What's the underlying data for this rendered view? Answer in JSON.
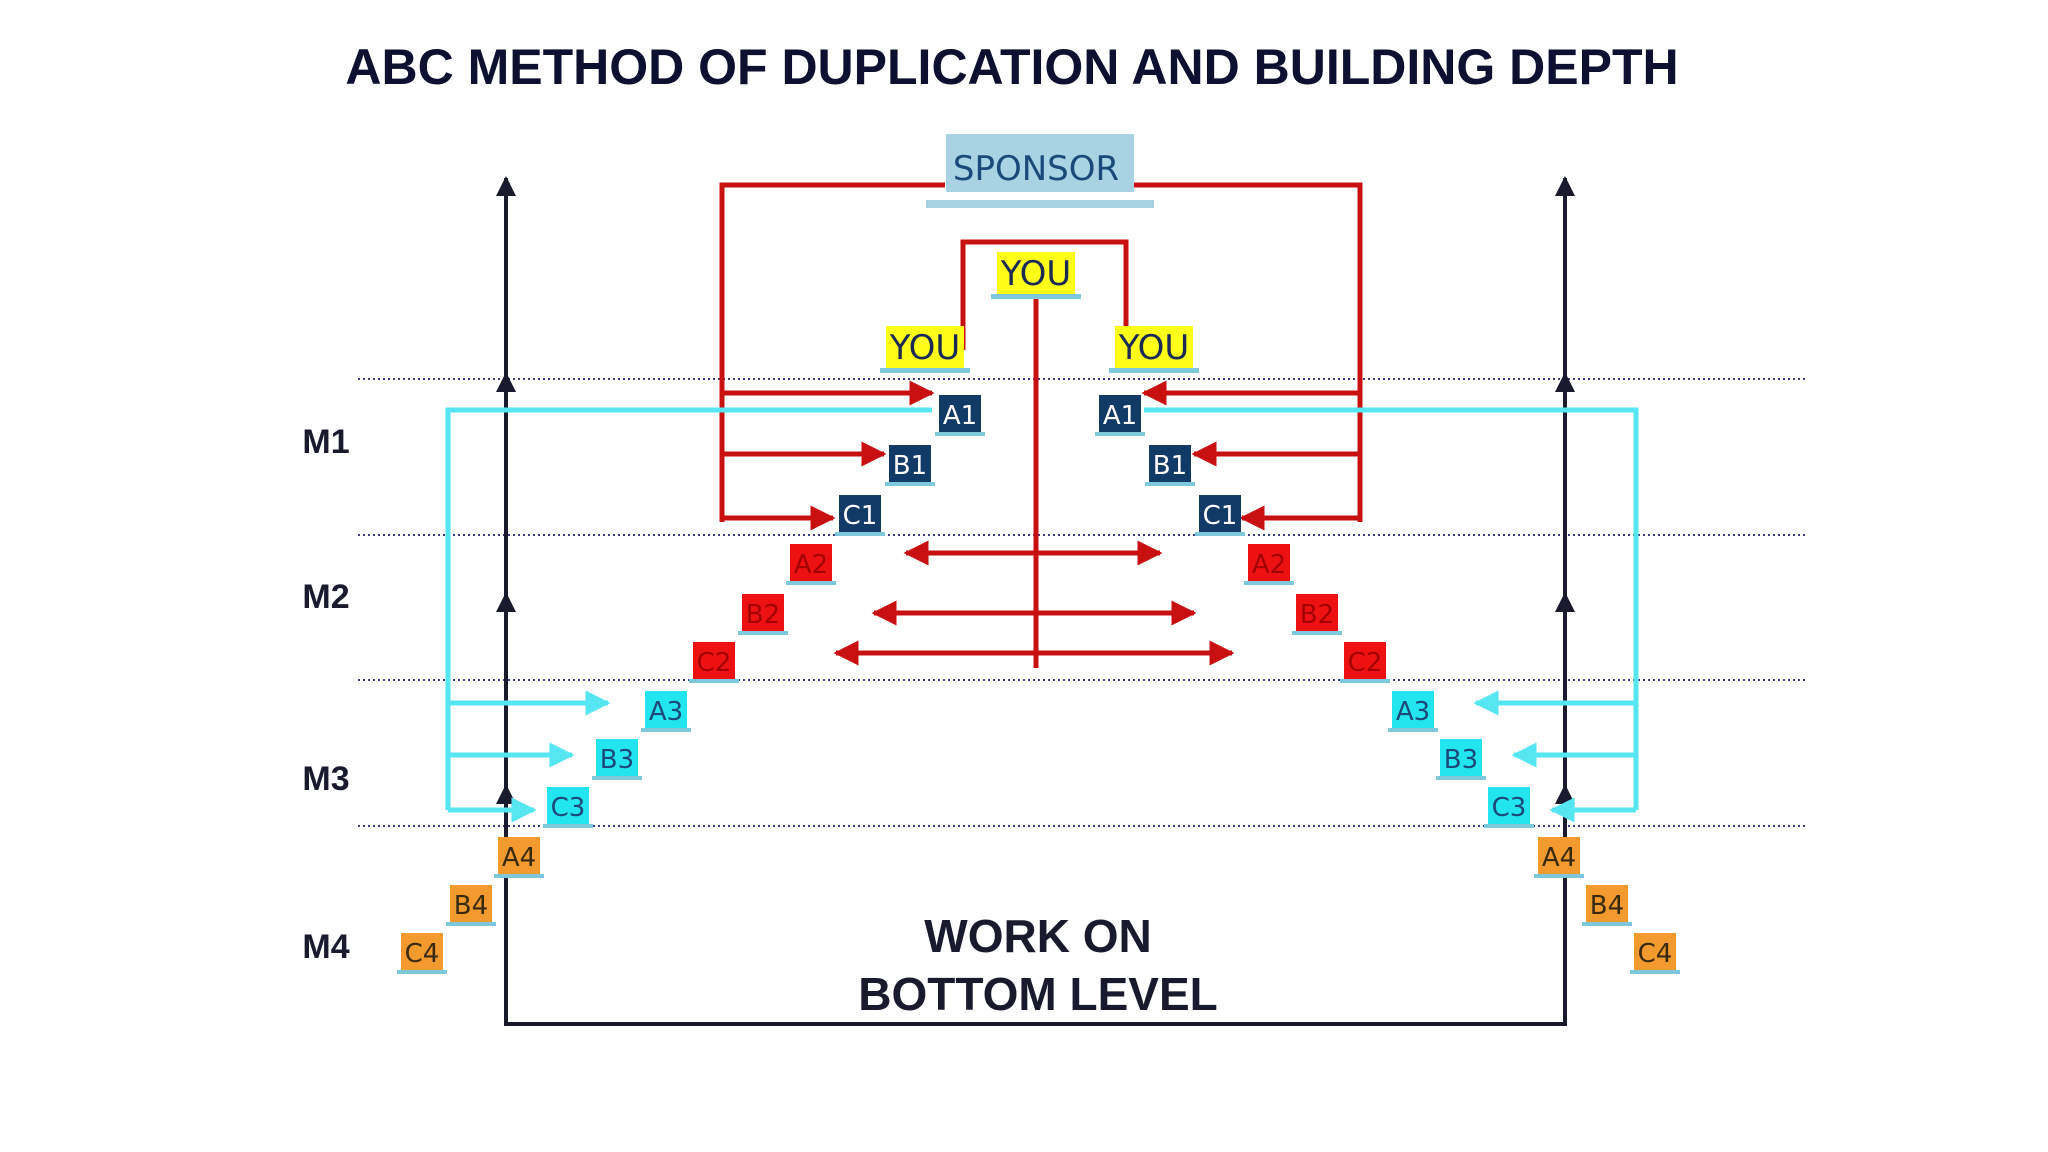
{
  "title": "ABC METHOD OF DUPLICATION AND BUILDING DEPTH",
  "levels": [
    "M1",
    "M2",
    "M3",
    "M4"
  ],
  "sponsor": "SPONSOR",
  "you": "YOU",
  "footer": {
    "line1": "WORK ON",
    "line2": "BOTTOM LEVEL"
  },
  "colors": {
    "sponsor_fill": "#a9d2e2",
    "sponsor_text": "#1b4a7a",
    "you_fill": "#ffff1a",
    "m1_fill": "#123a66",
    "m2_fill": "#ee1111",
    "m3_fill": "#22e5f0",
    "m4_fill": "#f29a2e",
    "red_line": "#c81010",
    "cyan_line": "#55e6f2",
    "dark_line": "#1a1a2e"
  },
  "nodes": {
    "left": {
      "m1": [
        "A1",
        "B1",
        "C1"
      ],
      "m2": [
        "A2",
        "B2",
        "C2"
      ],
      "m3": [
        "A3",
        "B3",
        "C3"
      ],
      "m4": [
        "A4",
        "B4",
        "C4"
      ]
    },
    "right": {
      "m1": [
        "A1",
        "B1",
        "C1"
      ],
      "m2": [
        "A2",
        "B2",
        "C2"
      ],
      "m3": [
        "A3",
        "B3",
        "C3"
      ],
      "m4": [
        "A4",
        "B4",
        "C4"
      ]
    }
  }
}
